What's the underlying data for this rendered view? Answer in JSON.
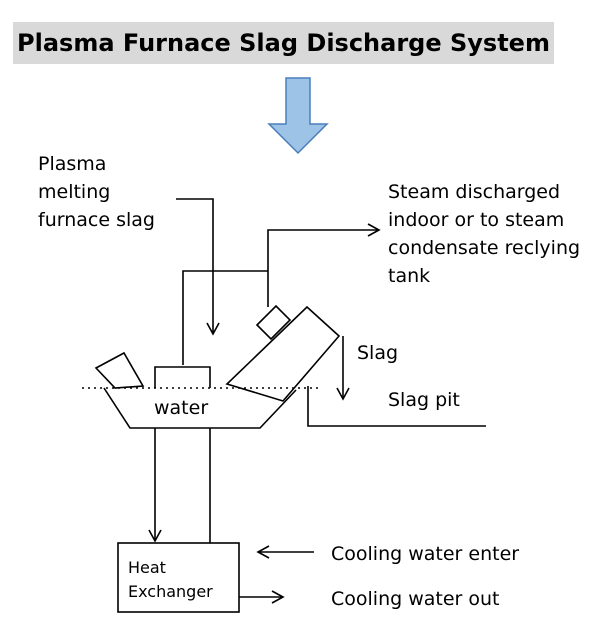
{
  "title": "Plasma Furnace Slag Discharge System",
  "labels": {
    "input_line1": "Plasma",
    "input_line2": "melting",
    "input_line3": "furnace slag",
    "steam_line1": "Steam discharged",
    "steam_line2": "indoor or to steam",
    "steam_line3": "condensate reclying",
    "steam_line4": "tank",
    "slag": "Slag",
    "slag_pit": "Slag pit",
    "water": "water",
    "hx_line1": "Heat",
    "hx_line2": "Exchanger",
    "cooling_in": "Cooling water enter",
    "cooling_out": "Cooling water out"
  },
  "colors": {
    "arrow_fill": "#9dc3e6",
    "arrow_stroke": "#4a7ebb",
    "title_bg": "#d9d9d9",
    "line": "#000000"
  },
  "icons": {
    "flow_arrow": "down-arrow-icon"
  }
}
